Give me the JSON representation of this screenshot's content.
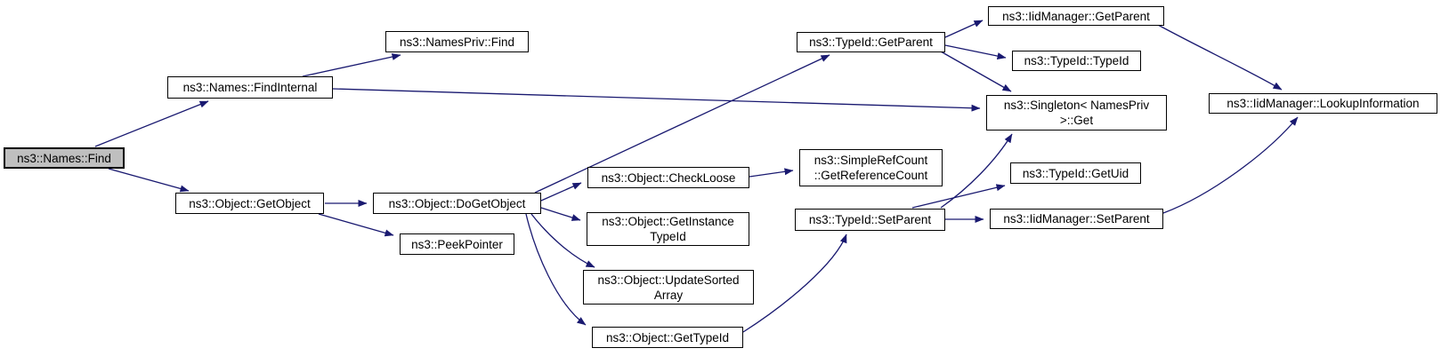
{
  "diagram_type": "call-graph",
  "colors": {
    "edge": "#191970",
    "node_border": "#000000",
    "node_fill": "#ffffff",
    "root_node_fill": "#bfbfbf",
    "text": "#000000",
    "background": "#ffffff"
  },
  "nodes": {
    "find": {
      "label": "ns3::Names::Find"
    },
    "find_internal": {
      "label": "ns3::Names::FindInternal"
    },
    "names_priv_find": {
      "label": "ns3::NamesPriv::Find"
    },
    "get_object": {
      "label": "ns3::Object::GetObject"
    },
    "do_get_object": {
      "label": "ns3::Object::DoGetObject"
    },
    "peek_pointer": {
      "label": "ns3::PeekPointer"
    },
    "check_loose": {
      "label": "ns3::Object::CheckLoose"
    },
    "get_instance_type_id": {
      "line1": "ns3::Object::GetInstance",
      "line2": "TypeId"
    },
    "update_sorted_array": {
      "line1": "ns3::Object::UpdateSorted",
      "line2": "Array"
    },
    "get_type_id": {
      "label": "ns3::Object::GetTypeId"
    },
    "get_reference_count": {
      "line1": "ns3::SimpleRefCount",
      "line2": "::GetReferenceCount"
    },
    "type_id_set_parent": {
      "label": "ns3::TypeId::SetParent"
    },
    "type_id_get_parent": {
      "label": "ns3::TypeId::GetParent"
    },
    "iid_manager_get_parent": {
      "label": "ns3::IidManager::GetParent"
    },
    "type_id_type_id": {
      "label": "ns3::TypeId::TypeId"
    },
    "singleton_get": {
      "line1": "ns3::Singleton< NamesPriv",
      "line2": ">::Get"
    },
    "type_id_get_uid": {
      "label": "ns3::TypeId::GetUid"
    },
    "iid_manager_set_parent": {
      "label": "ns3::IidManager::SetParent"
    },
    "lookup_information": {
      "label": "ns3::IidManager::LookupInformation"
    }
  },
  "edges": [
    {
      "from": "find",
      "to": "find_internal"
    },
    {
      "from": "find",
      "to": "get_object"
    },
    {
      "from": "find_internal",
      "to": "names_priv_find"
    },
    {
      "from": "find_internal",
      "to": "singleton_get"
    },
    {
      "from": "get_object",
      "to": "do_get_object"
    },
    {
      "from": "get_object",
      "to": "peek_pointer"
    },
    {
      "from": "do_get_object",
      "to": "check_loose"
    },
    {
      "from": "do_get_object",
      "to": "get_instance_type_id"
    },
    {
      "from": "do_get_object",
      "to": "update_sorted_array"
    },
    {
      "from": "do_get_object",
      "to": "get_type_id"
    },
    {
      "from": "do_get_object",
      "to": "type_id_get_parent"
    },
    {
      "from": "check_loose",
      "to": "get_reference_count"
    },
    {
      "from": "type_id_get_parent",
      "to": "iid_manager_get_parent"
    },
    {
      "from": "type_id_get_parent",
      "to": "type_id_type_id"
    },
    {
      "from": "type_id_get_parent",
      "to": "singleton_get"
    },
    {
      "from": "iid_manager_get_parent",
      "to": "lookup_information"
    },
    {
      "from": "get_type_id",
      "to": "type_id_set_parent"
    },
    {
      "from": "type_id_set_parent",
      "to": "singleton_get"
    },
    {
      "from": "type_id_set_parent",
      "to": "type_id_get_uid"
    },
    {
      "from": "type_id_set_parent",
      "to": "iid_manager_set_parent"
    },
    {
      "from": "iid_manager_set_parent",
      "to": "lookup_information"
    }
  ]
}
